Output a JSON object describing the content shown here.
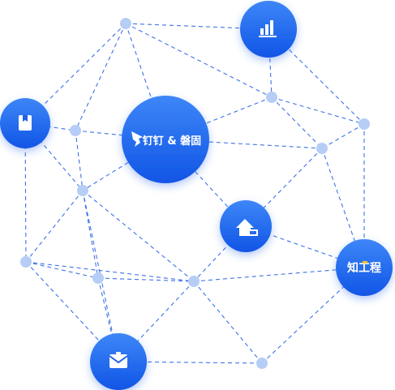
{
  "nodes": {
    "center": {
      "text": "钉钉 & 磐固",
      "icon": "dingtalk-logo-icon"
    },
    "top_right": {
      "icon": "bar-chart-icon"
    },
    "left": {
      "icon": "bookmark-book-icon"
    },
    "middle": {
      "icon": "house-icon"
    },
    "right": {
      "text": "知工程",
      "icon": "brand-logo-text"
    },
    "bottom": {
      "icon": "briefcase-icon"
    }
  },
  "colors": {
    "node_top": "#3d86f7",
    "node_bottom": "#1155e6",
    "edge": "#3d72e8",
    "dot": "#b6cdf6"
  }
}
